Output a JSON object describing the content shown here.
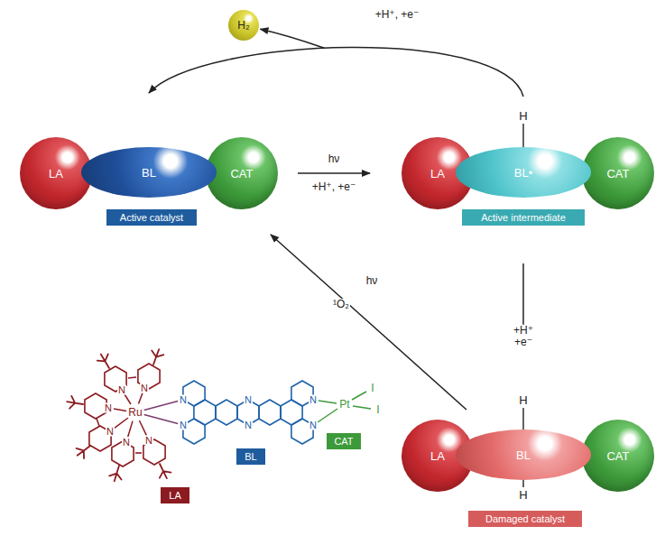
{
  "diagram": {
    "nodes": [
      {
        "text": [
          "H₂"
        ]
      },
      {
        "text": [
          "LA"
        ]
      },
      {
        "text": [
          "BL"
        ]
      },
      {
        "text": [
          "CAT"
        ]
      },
      {
        "text": [
          "Active catalyst"
        ]
      },
      {
        "text": [
          "LA"
        ]
      },
      {
        "text": [
          "BL•"
        ]
      },
      {
        "text": [
          "CAT"
        ]
      },
      {
        "text": [
          "Active intermediate"
        ]
      },
      {
        "text": [
          "LA"
        ]
      },
      {
        "text": [
          "BL"
        ]
      },
      {
        "text": [
          "CAT"
        ]
      },
      {
        "text": [
          "Damaged catalyst"
        ]
      },
      {
        "text": [
          "LA"
        ]
      },
      {
        "text": [
          "BL"
        ]
      },
      {
        "text": [
          "CAT"
        ]
      }
    ],
    "edges": [
      {
        "from": 3,
        "to": 5,
        "arrow": "to",
        "label": "hν"
      },
      {
        "from": 6,
        "to": 2,
        "arrow": "to",
        "label": "+H⁺, +e⁻"
      },
      {
        "from": 6,
        "to": 0,
        "arrow": "to"
      },
      {
        "from": 8,
        "to": 10,
        "arrow": "none",
        "label": "+H⁺ +e⁻"
      },
      {
        "from": 10,
        "to": 3,
        "arrow": "to",
        "label": "hν"
      }
    ],
    "labels": [
      "+H⁺, +e⁻",
      "H",
      "H",
      "H",
      "¹O₂",
      "Ru",
      "Pt",
      "I",
      "I",
      "N",
      "N",
      "N",
      "N",
      "N",
      "N",
      "N",
      "N",
      "N",
      "N",
      "N",
      "N"
    ]
  }
}
